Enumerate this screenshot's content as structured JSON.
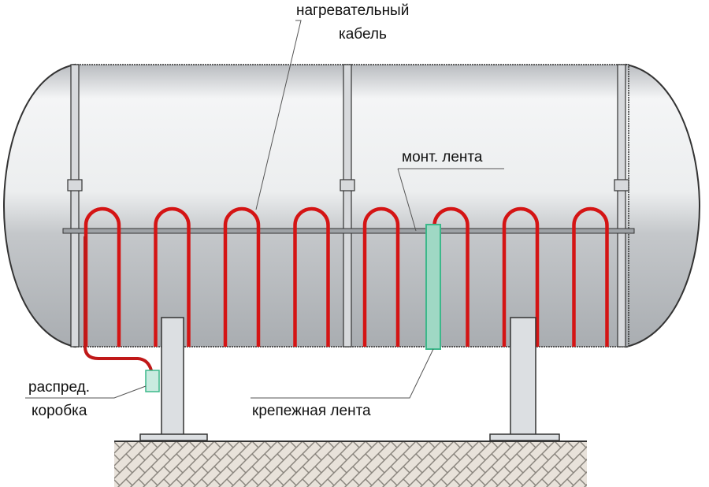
{
  "labels": {
    "heating_cable_line1": "нагревательный",
    "heating_cable_line2": "кабель",
    "mounting_tape": "монт. лента",
    "fastening_tape": "крепежная лента",
    "junction_box_line1": "распред.",
    "junction_box_line2": "коробка"
  },
  "colors": {
    "cable": "#d41414",
    "tank": "#c9ccd0",
    "tank_highlight": "#eef0f2",
    "strap": "#3cb88a",
    "outline": "#333333"
  },
  "heating_loops_count": 8
}
